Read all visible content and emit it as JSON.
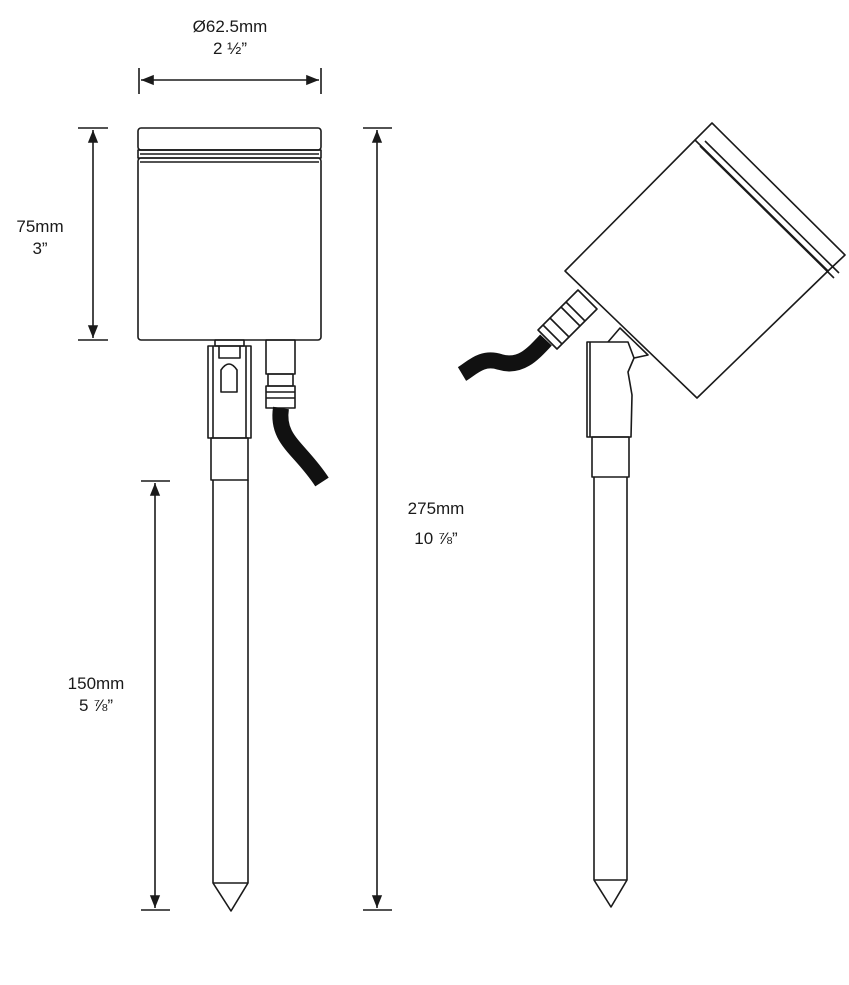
{
  "dimensions": {
    "diameter": {
      "metric": "Ø62.5mm",
      "imperial": "2 ½”"
    },
    "head_height": {
      "metric": "75mm",
      "imperial": "3”"
    },
    "spike_length": {
      "metric": "150mm",
      "imperial": "5 ⅞”"
    },
    "total_height": {
      "metric": "275mm",
      "imperial": "10 ⅞”"
    }
  },
  "colors": {
    "line": "#1a1a1a",
    "cable": "#111111",
    "background": "#ffffff"
  }
}
